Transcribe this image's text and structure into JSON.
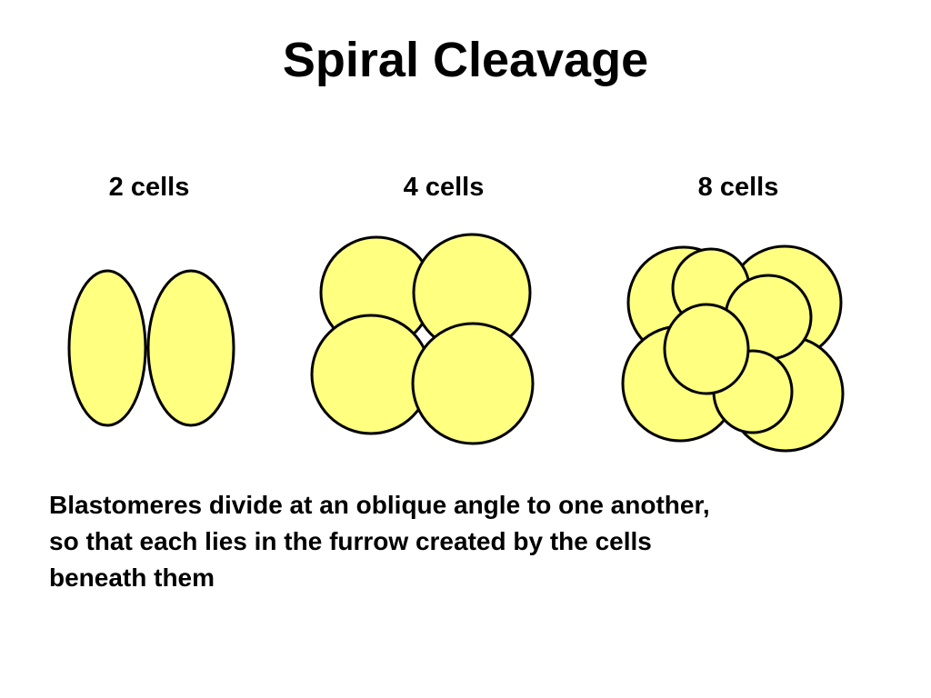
{
  "title": "Spiral Cleavage",
  "stages": [
    {
      "label": "2 cells"
    },
    {
      "label": "4 cells"
    },
    {
      "label": "8 cells"
    }
  ],
  "caption": {
    "lines": [
      "Blastomeres divide at an oblique angle to one another,",
      "so that each lies in the furrow created by the cells",
      "beneath them"
    ]
  },
  "colors": {
    "cell_fill": "#ffff80",
    "cell_outline": "#000000",
    "background": "#ffffff"
  }
}
